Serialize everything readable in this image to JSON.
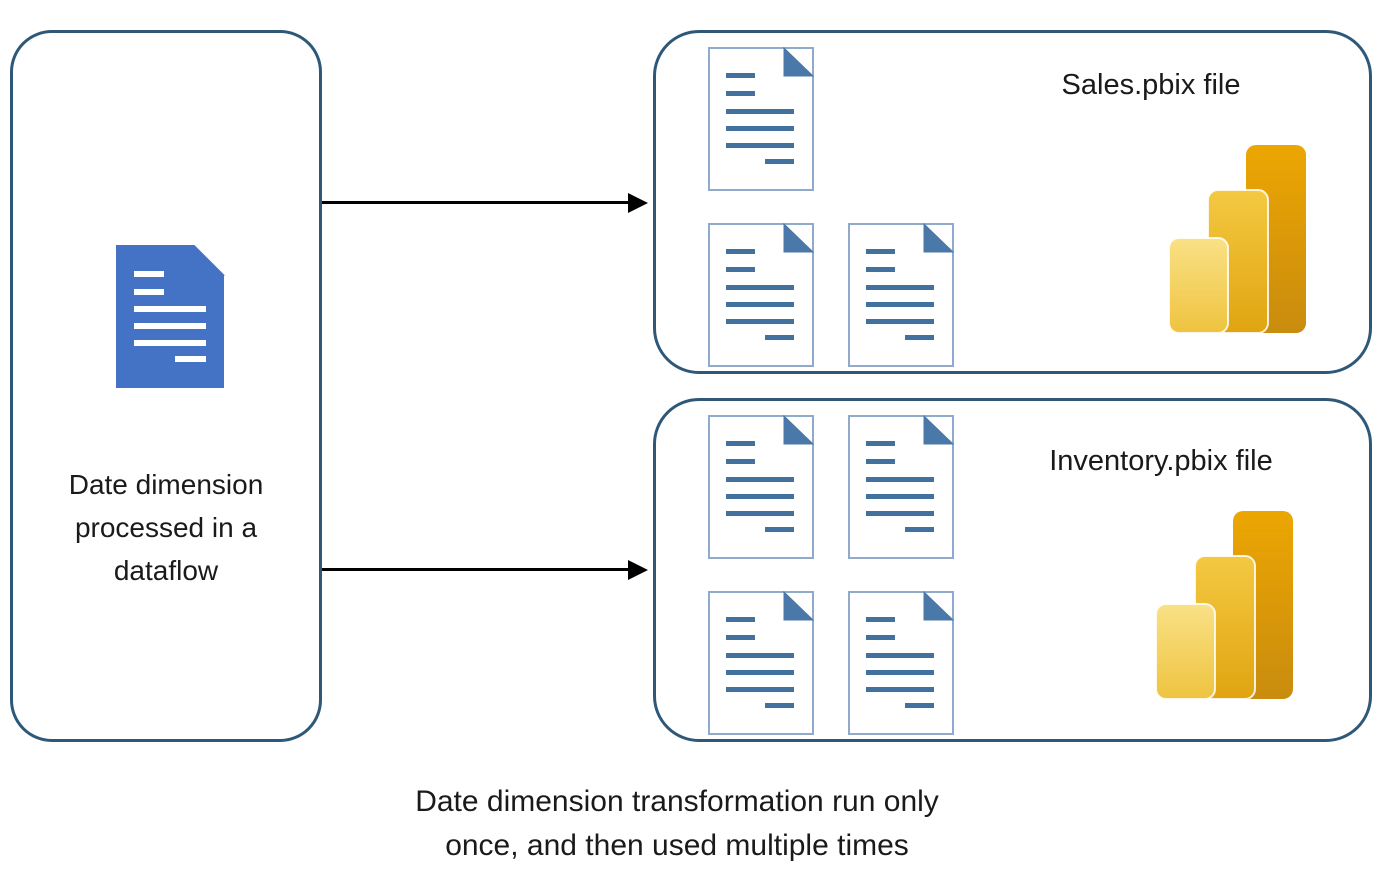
{
  "diagram": {
    "left_box": {
      "label": "Date dimension processed in a dataflow",
      "label_lines": [
        "Date dimension",
        "processed in a",
        "dataflow"
      ]
    },
    "sales_box": {
      "title": "Sales.pbix file",
      "document_count": 3
    },
    "inventory_box": {
      "title": "Inventory.pbix file",
      "document_count": 4
    },
    "caption": "Date dimension transformation run only once, and then used multiple times",
    "caption_lines": [
      "Date dimension transformation run only",
      "once, and then used multiple times"
    ],
    "icons": {
      "dataflow_document": "solid-blue-document-icon",
      "query_document": "outlined-document-icon",
      "power_bi": "power-bi-bar-chart-logo"
    },
    "colors": {
      "box_border": "#2E5878",
      "solid_doc_fill": "#4472C4",
      "doc_outline": "#8FAACB",
      "doc_fold": "#4A78A8",
      "doc_text_line": "#41719C",
      "arrow": "#000000",
      "pbi_bar_dark_top": "#ECA602",
      "pbi_bar_dark_bottom": "#C98C0E",
      "pbi_bar_mid_top": "#F4C942",
      "pbi_bar_mid_bottom": "#E0A410",
      "pbi_bar_light_top": "#FAE187",
      "pbi_bar_light_bottom": "#EEC33F"
    }
  }
}
